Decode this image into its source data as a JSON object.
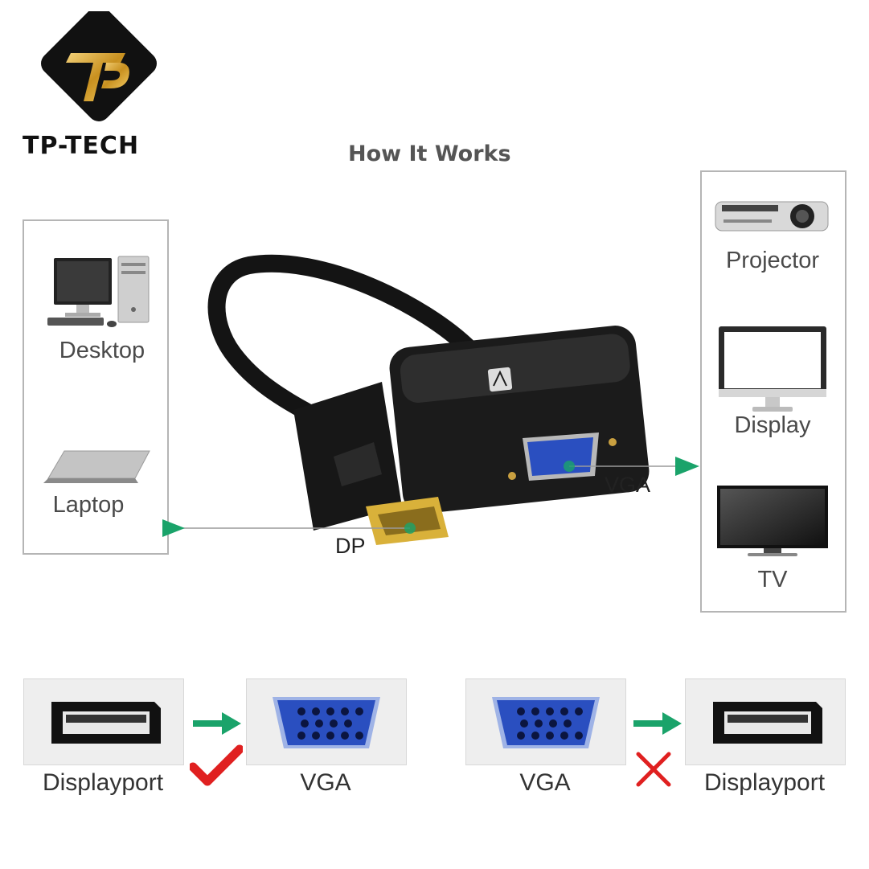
{
  "brand": {
    "name": "TP-TECH",
    "logo_icon": "tp-diamond-logo"
  },
  "title": "How It Works",
  "sources": [
    {
      "label": "Desktop",
      "icon": "desktop-computer-icon"
    },
    {
      "label": "Laptop",
      "icon": "laptop-icon"
    }
  ],
  "targets": [
    {
      "label": "Projector",
      "icon": "projector-icon"
    },
    {
      "label": "Display",
      "icon": "monitor-icon"
    },
    {
      "label": "TV",
      "icon": "tv-icon"
    }
  ],
  "ports": {
    "dp": "DP",
    "vga": "VGA"
  },
  "conversions": [
    {
      "from": "Displayport",
      "to": "VGA",
      "supported": true,
      "status_icon": "check-icon"
    },
    {
      "from": "VGA",
      "to": "Displayport",
      "supported": false,
      "status_icon": "cross-icon"
    }
  ],
  "colors": {
    "arrow": "#1aa36a",
    "check": "#e02020",
    "cross": "#e02020",
    "vga_blue": "#2a4fc0",
    "logo_gold": "#d9a93a"
  }
}
